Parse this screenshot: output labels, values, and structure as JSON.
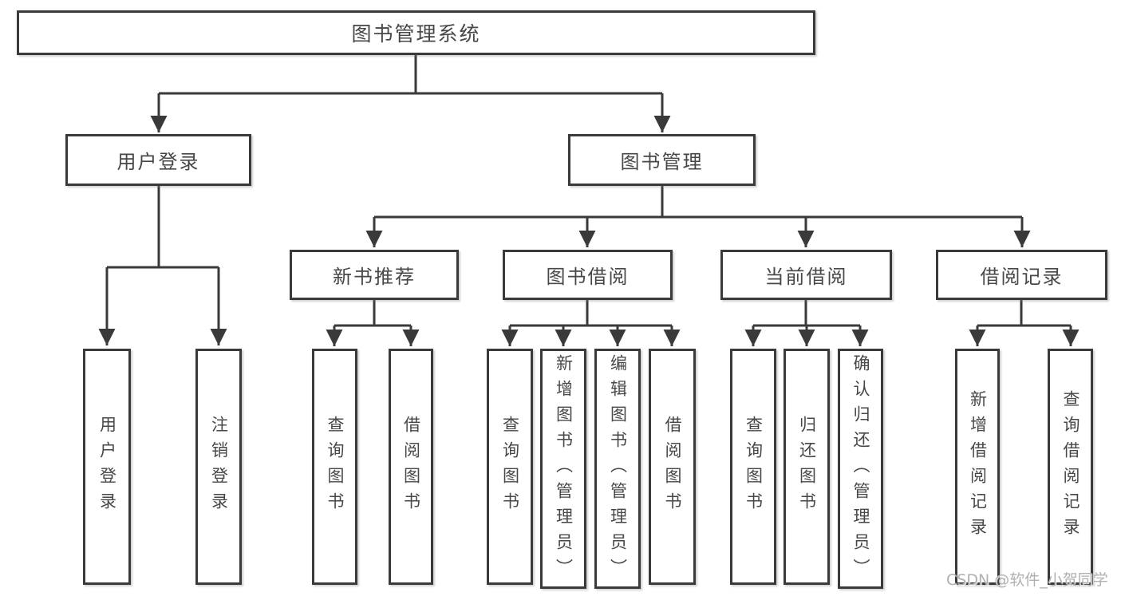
{
  "diagram": {
    "title_node": {
      "label": "图书管理系统"
    },
    "level2": [
      {
        "label": "用户登录"
      },
      {
        "label": "图书管理"
      }
    ],
    "level3": [
      {
        "label": "新书推荐"
      },
      {
        "label": "图书借阅"
      },
      {
        "label": "当前借阅"
      },
      {
        "label": "借阅记录"
      }
    ],
    "leaves": [
      {
        "label": "用户登录"
      },
      {
        "label": "注销登录"
      },
      {
        "label": "查询图书"
      },
      {
        "label": "借阅图书"
      },
      {
        "label": "查询图书"
      },
      {
        "label": "新增图书（管理员）"
      },
      {
        "label": "编辑图书（管理员）"
      },
      {
        "label": "借阅图书"
      },
      {
        "label": "查询图书"
      },
      {
        "label": "归还图书"
      },
      {
        "label": "确认归还（管理员）"
      },
      {
        "label": "新增借阅记录"
      },
      {
        "label": "查询借阅记录"
      }
    ]
  },
  "watermark": {
    "text": "CSDN @软件_小贺同学"
  },
  "colors": {
    "line": "#3a3a3a",
    "box_border": "#3a3a3a",
    "text": "#474747",
    "watermark": "#b0b0b0",
    "background": "#ffffff"
  }
}
